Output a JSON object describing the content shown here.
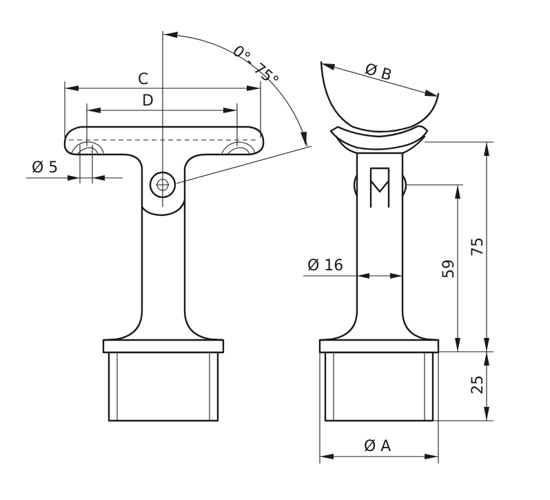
{
  "drawing": {
    "labels": {
      "angle": "0°- 75°",
      "dim_c": "C",
      "dim_d": "D",
      "hole_dia": "Ø 5",
      "saddle_dia": "Ø B",
      "post_dia": "Ø 16",
      "height_59": "59",
      "height_75": "75",
      "height_25": "25",
      "base_dia": "Ø A"
    },
    "line_color": "#1a1a1a",
    "background": "#ffffff"
  }
}
